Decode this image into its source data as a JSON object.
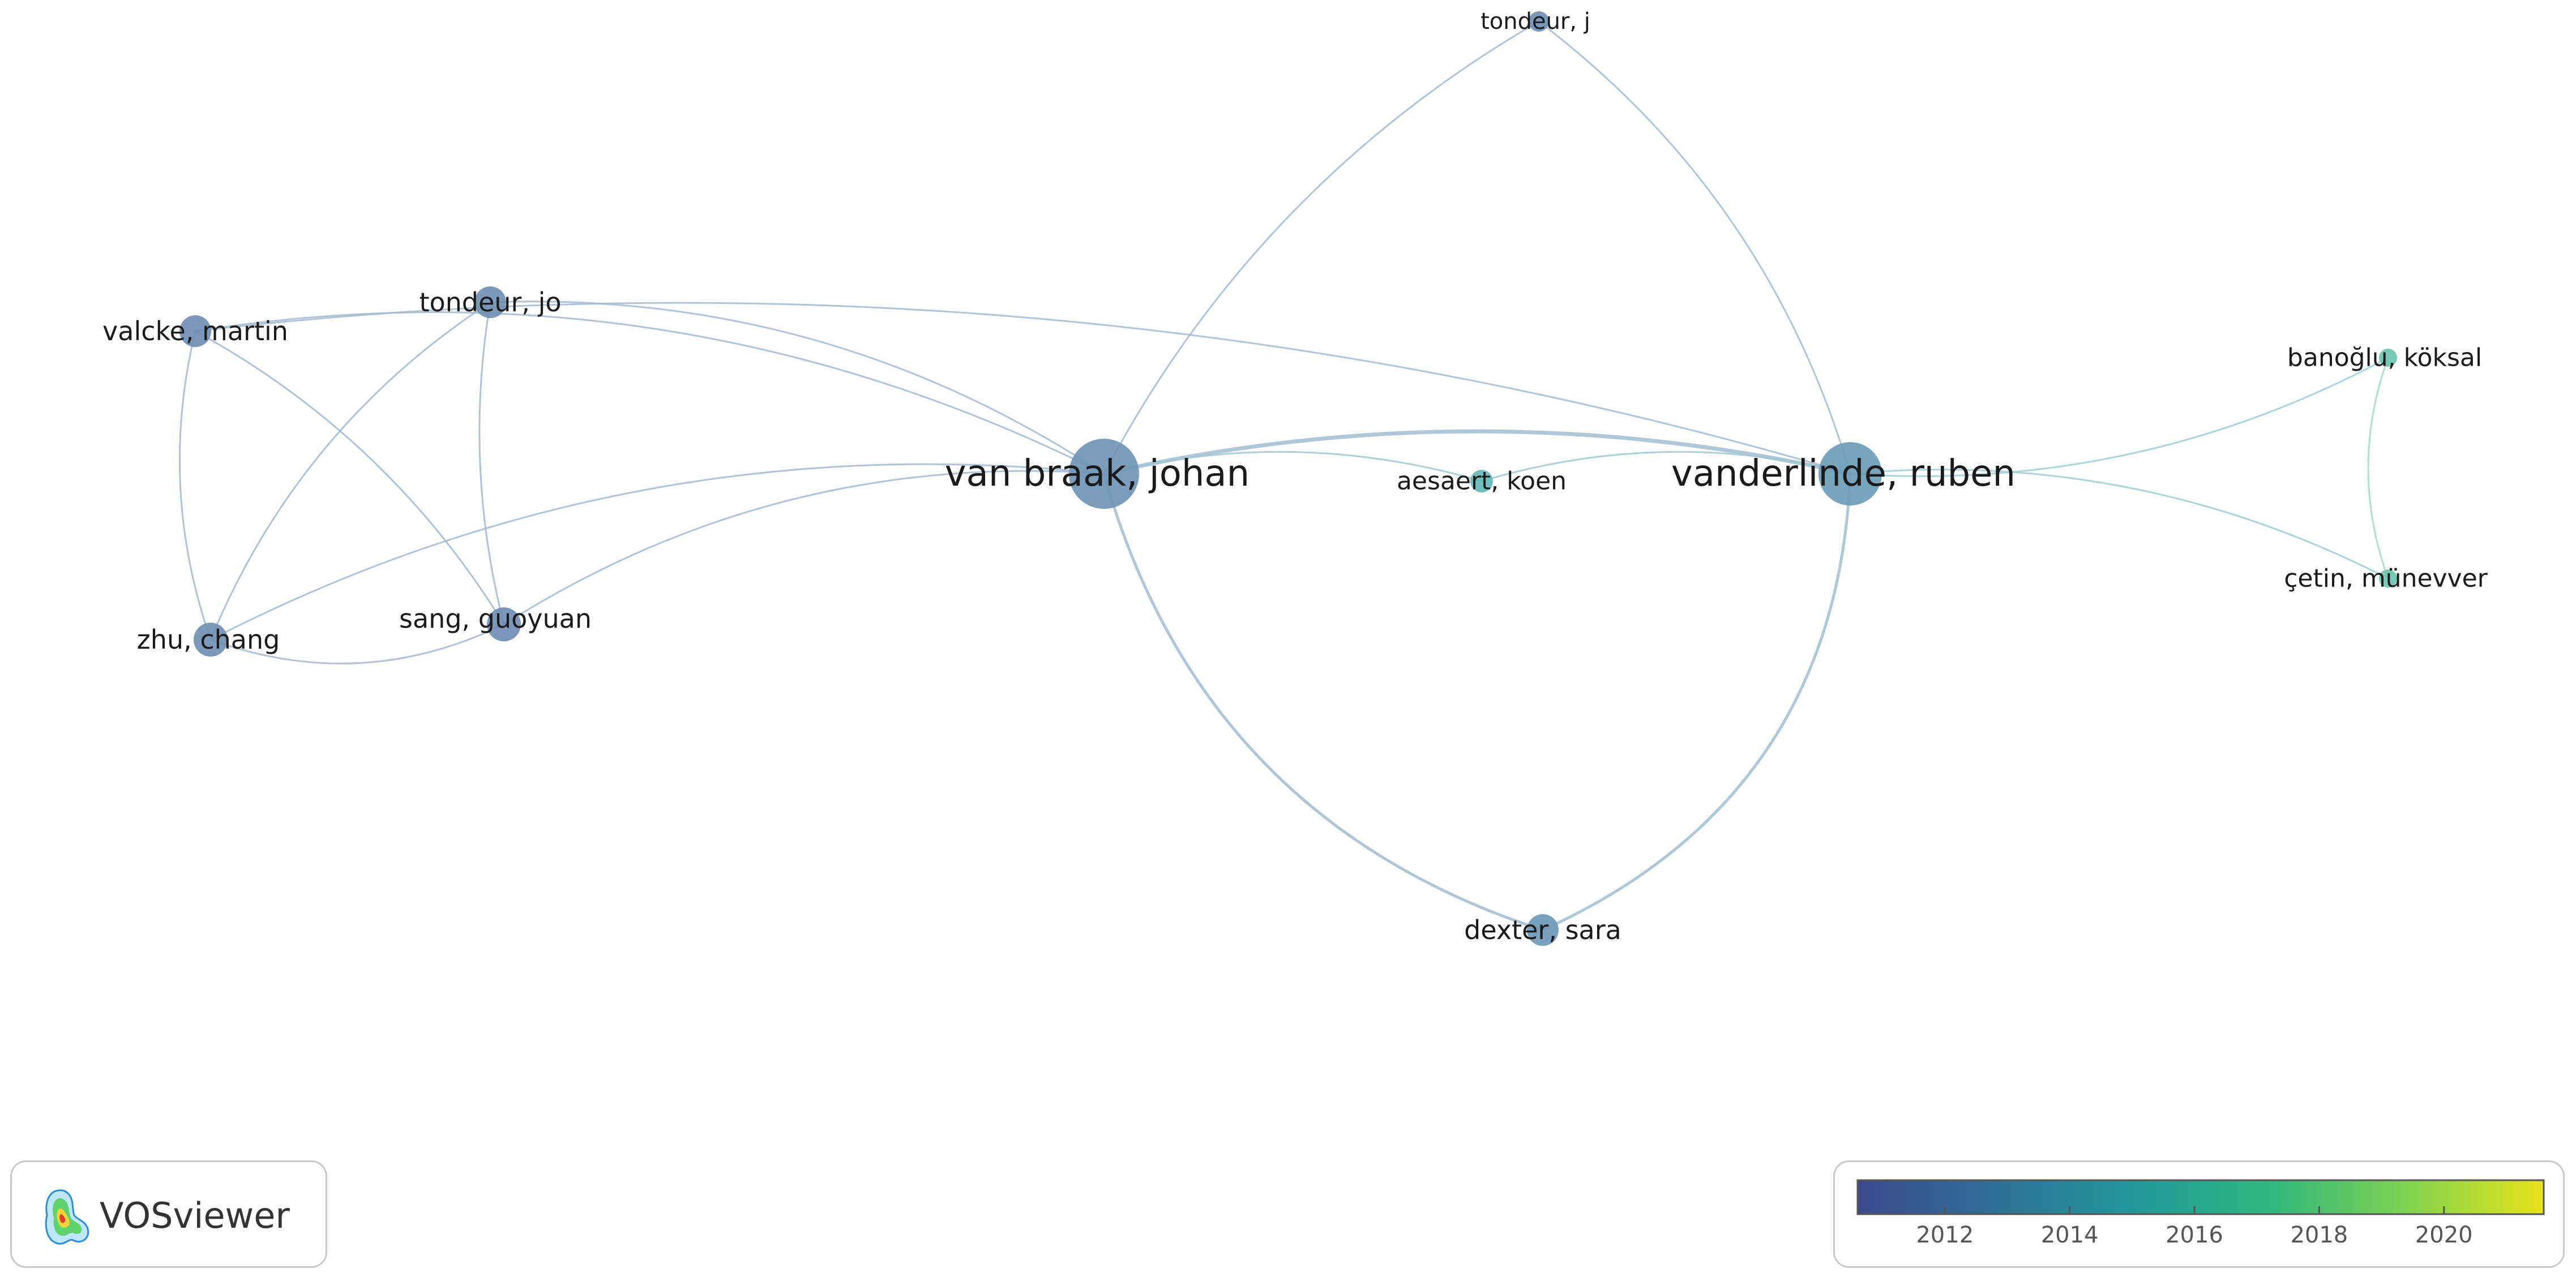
{
  "nodes": [
    {
      "id": "van-braak-johan",
      "label": "van braak, johan",
      "year": 2012.4,
      "weight": 5
    },
    {
      "id": "vanderlinde-ruben",
      "label": "vanderlinde, ruben",
      "year": 2012.9,
      "weight": 5
    },
    {
      "id": "tondeur-j",
      "label": "tondeur, j",
      "year": 2012.0,
      "weight": 1
    },
    {
      "id": "valcke-martin",
      "label": "valcke, martin",
      "year": 2011.8,
      "weight": 2
    },
    {
      "id": "tondeur-jo",
      "label": "tondeur, jo",
      "year": 2011.9,
      "weight": 2
    },
    {
      "id": "zhu-chang",
      "label": "zhu, chang",
      "year": 2011.9,
      "weight": 2
    },
    {
      "id": "sang-guoyuan",
      "label": "sang, guoyuan",
      "year": 2011.8,
      "weight": 2
    },
    {
      "id": "aesaert-koen",
      "label": "aesaert, koen",
      "year": 2015.3,
      "weight": 1
    },
    {
      "id": "dexter-sara",
      "label": "dexter, sara",
      "year": 2012.6,
      "weight": 2
    },
    {
      "id": "banoglu-koksal",
      "label": "banoğlu, köksal",
      "year": 2016.6,
      "weight": 1
    },
    {
      "id": "cetin-munevver",
      "label": "çetin, münevver",
      "year": 2016.5,
      "weight": 1
    }
  ],
  "links": [
    {
      "source": "van-braak-johan",
      "target": "vanderlinde-ruben",
      "strength": 3
    },
    {
      "source": "van-braak-johan",
      "target": "tondeur-j",
      "strength": 1
    },
    {
      "source": "vanderlinde-ruben",
      "target": "tondeur-j",
      "strength": 1
    },
    {
      "source": "van-braak-johan",
      "target": "valcke-martin",
      "strength": 1
    },
    {
      "source": "van-braak-johan",
      "target": "tondeur-jo",
      "strength": 1
    },
    {
      "source": "van-braak-johan",
      "target": "zhu-chang",
      "strength": 1
    },
    {
      "source": "van-braak-johan",
      "target": "sang-guoyuan",
      "strength": 1
    },
    {
      "source": "van-braak-johan",
      "target": "aesaert-koen",
      "strength": 1
    },
    {
      "source": "van-braak-johan",
      "target": "dexter-sara",
      "strength": 2
    },
    {
      "source": "vanderlinde-ruben",
      "target": "aesaert-koen",
      "strength": 1
    },
    {
      "source": "vanderlinde-ruben",
      "target": "dexter-sara",
      "strength": 2
    },
    {
      "source": "vanderlinde-ruben",
      "target": "banoglu-koksal",
      "strength": 1
    },
    {
      "source": "vanderlinde-ruben",
      "target": "cetin-munevver",
      "strength": 1
    },
    {
      "source": "vanderlinde-ruben",
      "target": "valcke-martin",
      "strength": 1
    },
    {
      "source": "banoglu-koksal",
      "target": "cetin-munevver",
      "strength": 1
    },
    {
      "source": "valcke-martin",
      "target": "zhu-chang",
      "strength": 1
    },
    {
      "source": "valcke-martin",
      "target": "sang-guoyuan",
      "strength": 1
    },
    {
      "source": "tondeur-jo",
      "target": "zhu-chang",
      "strength": 1
    },
    {
      "source": "tondeur-jo",
      "target": "sang-guoyuan",
      "strength": 1
    },
    {
      "source": "zhu-chang",
      "target": "sang-guoyuan",
      "strength": 1
    }
  ],
  "badge": {
    "text": "VOSviewer"
  },
  "legend": {
    "min_year": 2010.6,
    "max_year": 2021.6,
    "ticks": [
      "2012",
      "2014",
      "2016",
      "2018",
      "2020"
    ],
    "gradient_colors": [
      "#3b4a8c",
      "#2f6f97",
      "#22979a",
      "#2fb77e",
      "#7fd250",
      "#e7e419"
    ]
  },
  "colors": {
    "link": "#c4c6ea",
    "border": "#c9c9c9"
  }
}
